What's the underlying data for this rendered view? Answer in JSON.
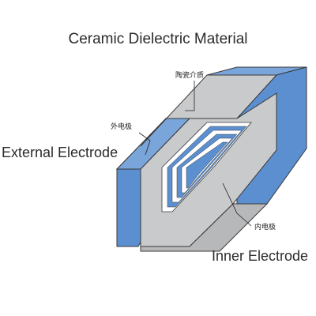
{
  "labels": {
    "title": "Ceramic Dielectric Material",
    "ceramic_cn": "陶瓷介质",
    "external_cn": "外电极",
    "external_en": "External Electrode",
    "inner_cn": "内电极",
    "inner_en": "Inner Electrode"
  },
  "colors": {
    "electrode_blue": "#5b8fd0",
    "electrode_blue_dark": "#4a79b8",
    "ceramic_gray": "#c9cacc",
    "inner_white": "#ffffff",
    "outline": "#3a3a3a"
  }
}
